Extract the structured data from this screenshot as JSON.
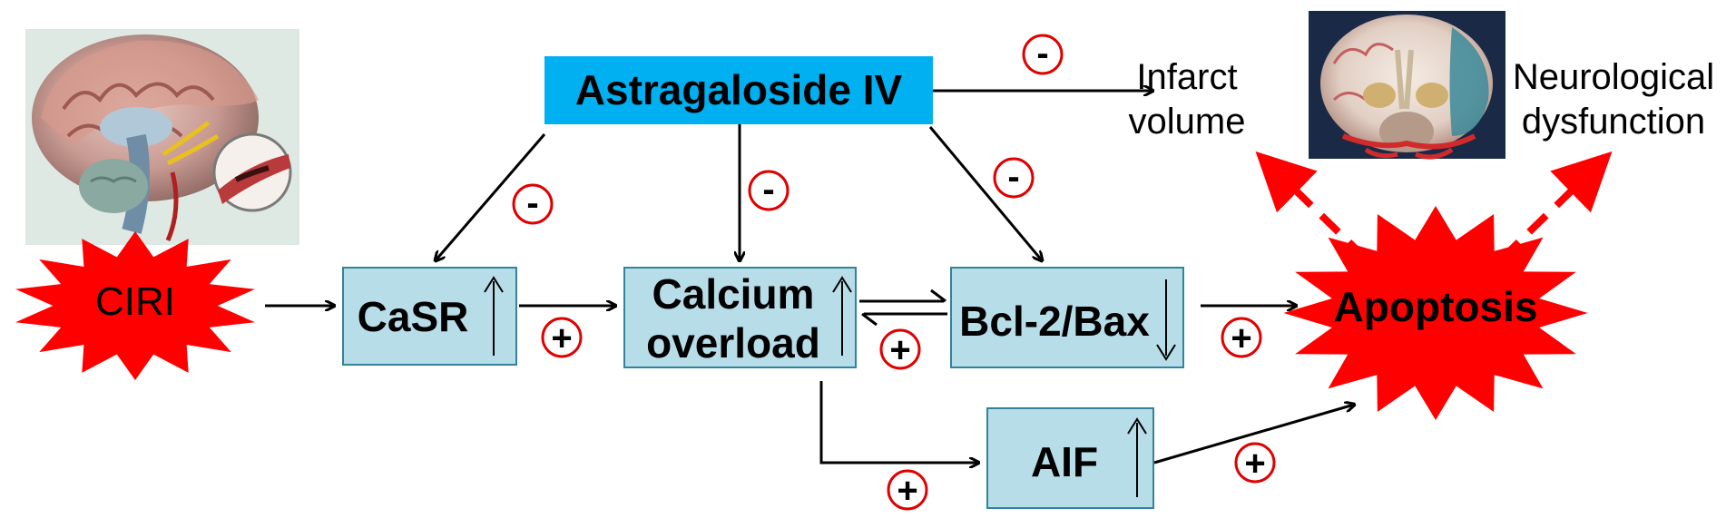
{
  "drug": {
    "label": "Astragaloside IV"
  },
  "trigger": {
    "label": "CIRI"
  },
  "nodes": {
    "casr": {
      "label": "CaSR",
      "trend": "up"
    },
    "calcium": {
      "line1": "Calcium",
      "line2": "overload",
      "trend": "up"
    },
    "bcl2": {
      "label": "Bcl-2/Bax",
      "trend": "down"
    },
    "aif": {
      "label": "AIF",
      "trend": "up"
    },
    "apoptosis": {
      "label": "Apoptosis"
    }
  },
  "outcomes": {
    "infarct": {
      "line1": "Infarct",
      "line2": "volume"
    },
    "neuro": {
      "line1": "Neurological",
      "line2": "dysfunction"
    }
  },
  "signs": {
    "drug_outcome": "-",
    "drug_casr": "-",
    "drug_calcium": "-",
    "drug_bcl2": "-",
    "casr_calcium": "+",
    "calcium_bcl2": "+",
    "bcl2_apoptosis": "+",
    "calcium_aif": "+",
    "aif_apoptosis": "+"
  },
  "colors": {
    "drug_fill": "#00b0f0",
    "box_fill": "#b7dde8",
    "box_stroke": "#31849b",
    "burst_fill": "#ff0000",
    "sign_stroke": "#e00000",
    "dashed_arrow": "#ff0000"
  },
  "images": {
    "brain_section": "brain-sagittal-section-illustration",
    "brain_infarct": "brain-coronal-infarct-illustration"
  }
}
